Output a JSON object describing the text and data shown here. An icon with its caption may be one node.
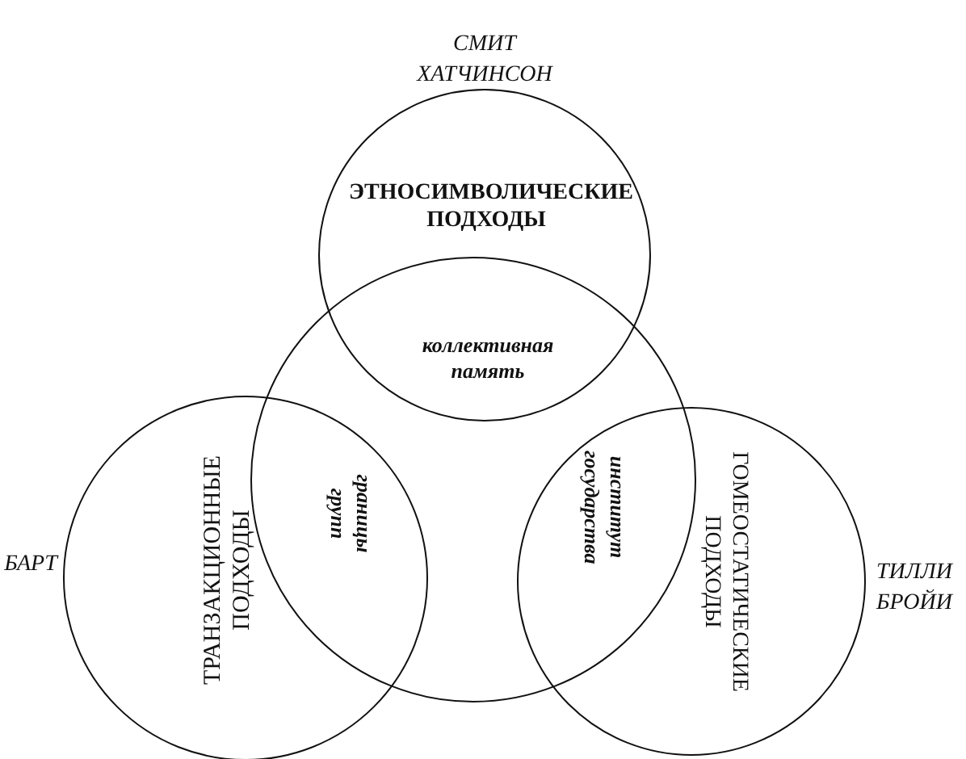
{
  "diagram": {
    "nodes": [
      {
        "text": [
          "ЭТНОСИМВОЛИЧЕСКИЕ ПОДХОДЫ"
        ],
        "beside": [
          "СМИТ ХАТЧИНСОН"
        ]
      },
      {
        "text": [],
        "shape": "circle"
      },
      {
        "text": [
          "ТРАНЗАКЦИОННЫЕ ПОДХОДЫ"
        ],
        "beside": [
          "БАРТ"
        ]
      },
      {
        "text": [
          "ГОМЕОСТАТИЧЕСКИЕ ПОДХОДЫ"
        ],
        "beside": [
          "ТИЛЛИ БРОЙИ"
        ]
      }
    ],
    "labels": [
      "коллективная память",
      "границы групп",
      "институт государства"
    ]
  }
}
